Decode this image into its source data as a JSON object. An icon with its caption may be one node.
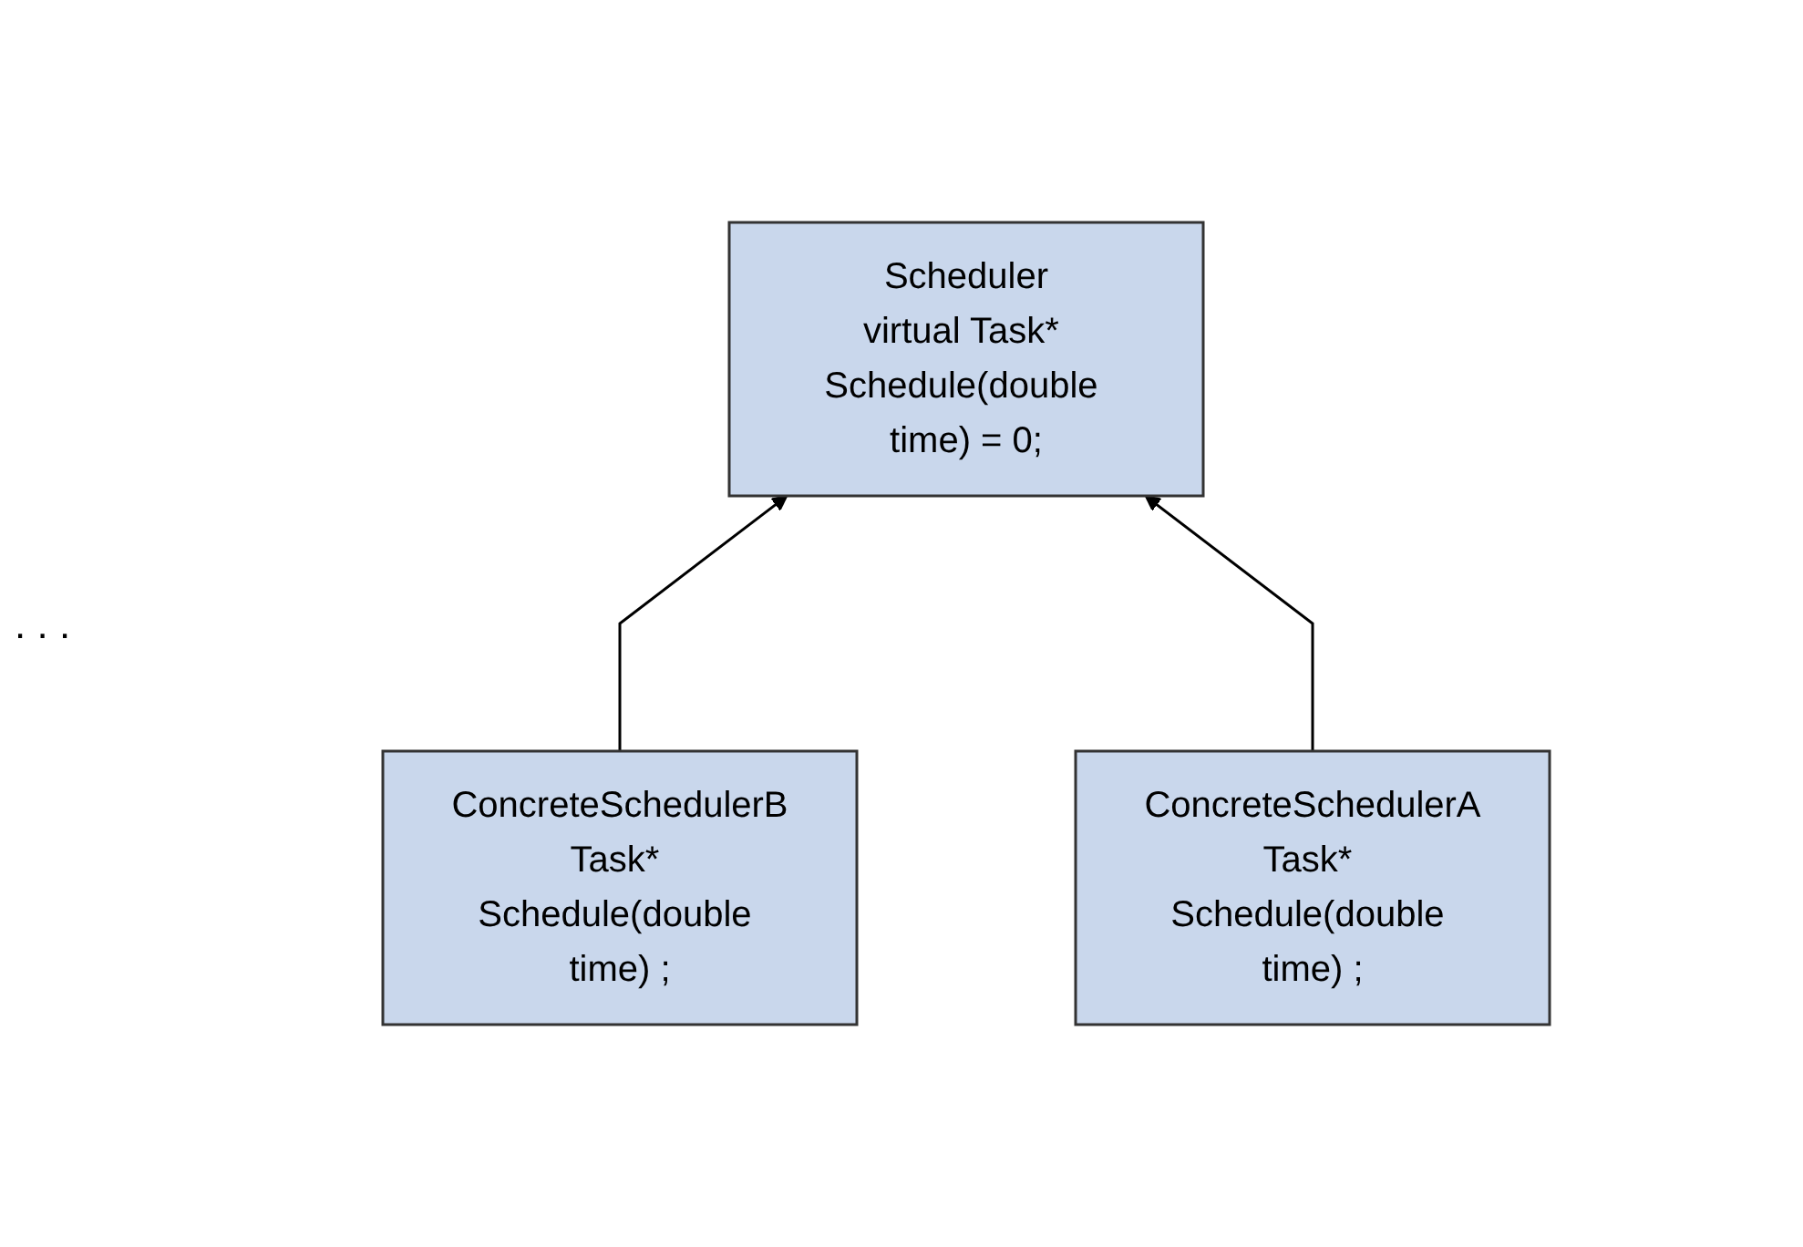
{
  "diagram": {
    "nodes": [
      {
        "text": [
          "Scheduler",
          "virtual Task* Schedule(double time) = 0;"
        ]
      },
      {
        "text": [
          "ConcreteSchedulerB",
          "Task* Schedule(double time) ;"
        ]
      },
      {
        "text": [
          "ConcreteSchedulerA",
          "Task* Schedule(double time) ;"
        ]
      }
    ],
    "edges": [
      {
        "from": 1,
        "to": 0,
        "arrow": "to"
      },
      {
        "from": 2,
        "to": 0,
        "arrow": "to"
      }
    ],
    "labels": [
      ". . ."
    ]
  }
}
